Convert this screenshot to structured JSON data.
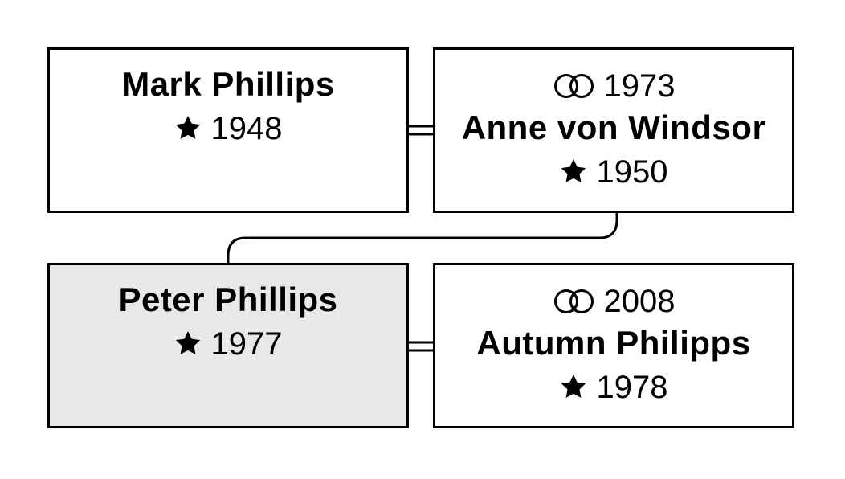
{
  "diagram": {
    "persons": [
      {
        "name": "Mark Phillips",
        "birth_year": "1948",
        "marriage_year": null,
        "highlighted": false
      },
      {
        "name": "Anne von Windsor",
        "birth_year": "1950",
        "marriage_year": "1973",
        "highlighted": false
      },
      {
        "name": "Peter Phillips",
        "birth_year": "1977",
        "marriage_year": null,
        "highlighted": true
      },
      {
        "name": "Autumn Philipps",
        "birth_year": "1978",
        "marriage_year": "2008",
        "highlighted": false
      }
    ],
    "relations": [
      {
        "type": "spouse",
        "from": 0,
        "to": 1
      },
      {
        "type": "parent-child",
        "from": 1,
        "to": 2
      },
      {
        "type": "spouse",
        "from": 2,
        "to": 3
      }
    ],
    "icons": {
      "birth": "star-icon",
      "marriage": "wedding-rings-icon"
    },
    "colors": {
      "border": "#000000",
      "highlight": "#e8e8e8",
      "background": "#ffffff"
    }
  }
}
